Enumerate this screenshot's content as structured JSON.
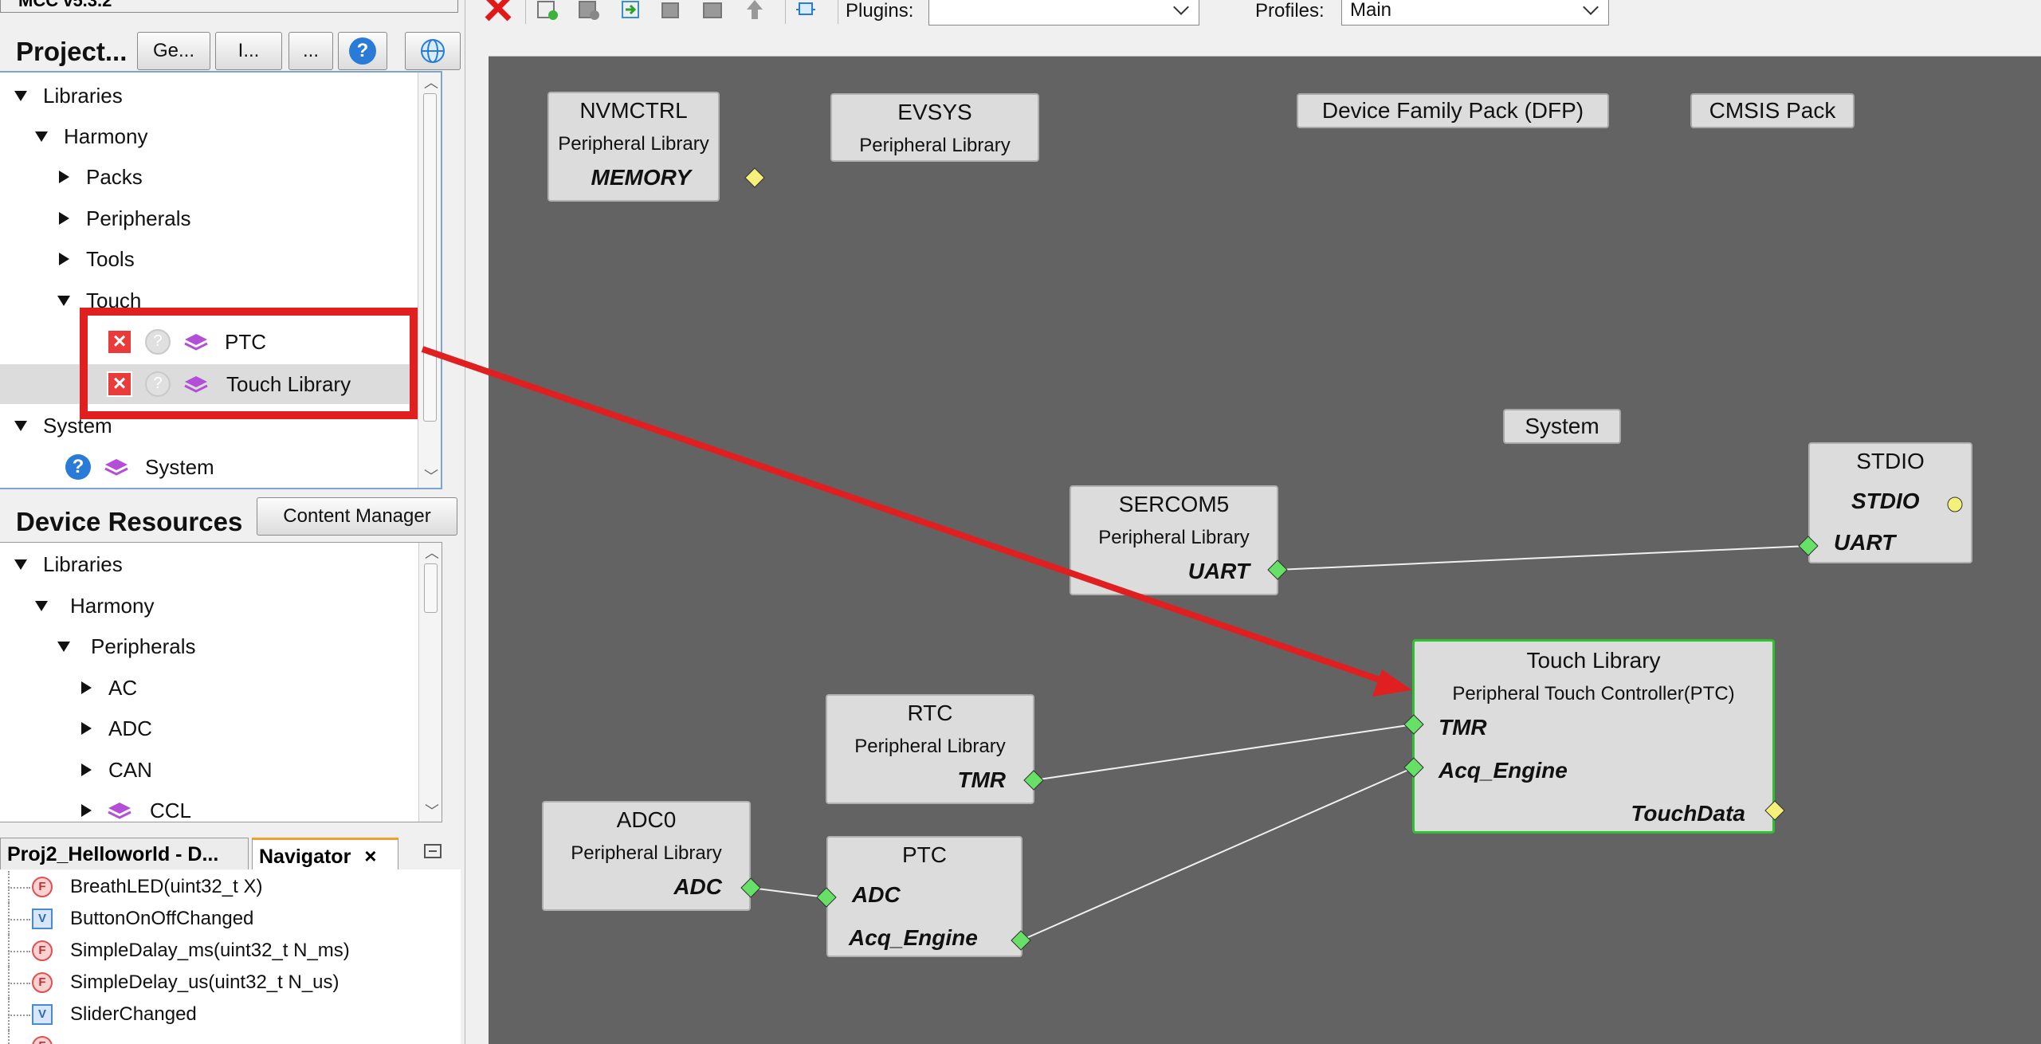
{
  "app": {
    "title": "MCC v5.3.2"
  },
  "project_panel": {
    "title": "Project...",
    "buttons": [
      "Ge...",
      "I...",
      "..."
    ],
    "tree": {
      "libraries": "Libraries",
      "harmony": "Harmony",
      "packs": "Packs",
      "peripherals": "Peripherals",
      "tools": "Tools",
      "touch": "Touch",
      "ptc": "PTC",
      "touch_library": "Touch Library",
      "system": "System",
      "system_item": "System"
    }
  },
  "device_resources": {
    "title": "Device Resources",
    "content_manager": "Content Manager",
    "tree": {
      "libraries": "Libraries",
      "harmony": "Harmony",
      "peripherals": "Peripherals",
      "ac": "AC",
      "adc": "ADC",
      "can": "CAN",
      "ccl": "CCL"
    }
  },
  "navigator": {
    "tabs": [
      "Proj2_Helloworld - D...",
      "Navigator"
    ],
    "close_glyph": "×",
    "items": [
      {
        "kind": "F",
        "label": "BreathLED(uint32_t X)"
      },
      {
        "kind": "V",
        "label": "ButtonOnOffChanged"
      },
      {
        "kind": "F",
        "label": "SimpleDalay_ms(uint32_t N_ms)"
      },
      {
        "kind": "F",
        "label": "SimpleDelay_us(uint32_t N_us)"
      },
      {
        "kind": "V",
        "label": "SliderChanged"
      }
    ]
  },
  "toolbar": {
    "plugins_label": "Plugins:",
    "plugins_value": "",
    "profiles_label": "Profiles:",
    "profiles_value": "Main"
  },
  "canvas": {
    "nodes": {
      "nvmctrl": {
        "title": "NVMCTRL",
        "subtitle": "Peripheral Library",
        "port": "MEMORY"
      },
      "evsys": {
        "title": "EVSYS",
        "subtitle": "Peripheral Library"
      },
      "sercom5": {
        "title": "SERCOM5",
        "subtitle": "Peripheral Library",
        "port": "UART"
      },
      "stdio": {
        "title": "STDIO",
        "port_out": "STDIO",
        "port_in": "UART"
      },
      "rtc": {
        "title": "RTC",
        "subtitle": "Peripheral Library",
        "port": "TMR"
      },
      "adc0": {
        "title": "ADC0",
        "subtitle": "Peripheral Library",
        "port": "ADC"
      },
      "ptc": {
        "title": "PTC",
        "port_in": "ADC",
        "port_out": "Acq_Engine"
      },
      "touch_library": {
        "title": "Touch Library",
        "subtitle": "Peripheral Touch Controller(PTC)",
        "port_tmr": "TMR",
        "port_acq": "Acq_Engine",
        "port_out": "TouchData"
      }
    },
    "labels": {
      "dfp": "Device Family Pack (DFP)",
      "cmsis": "CMSIS Pack",
      "system": "System"
    },
    "colors": {
      "canvas_bg": "#636363",
      "node_bg": "#dcdcdc",
      "selected_border": "#2ec02e",
      "port_green": "#66e066",
      "port_yellow": "#f4f07a",
      "annotation_red": "#e02020"
    }
  }
}
